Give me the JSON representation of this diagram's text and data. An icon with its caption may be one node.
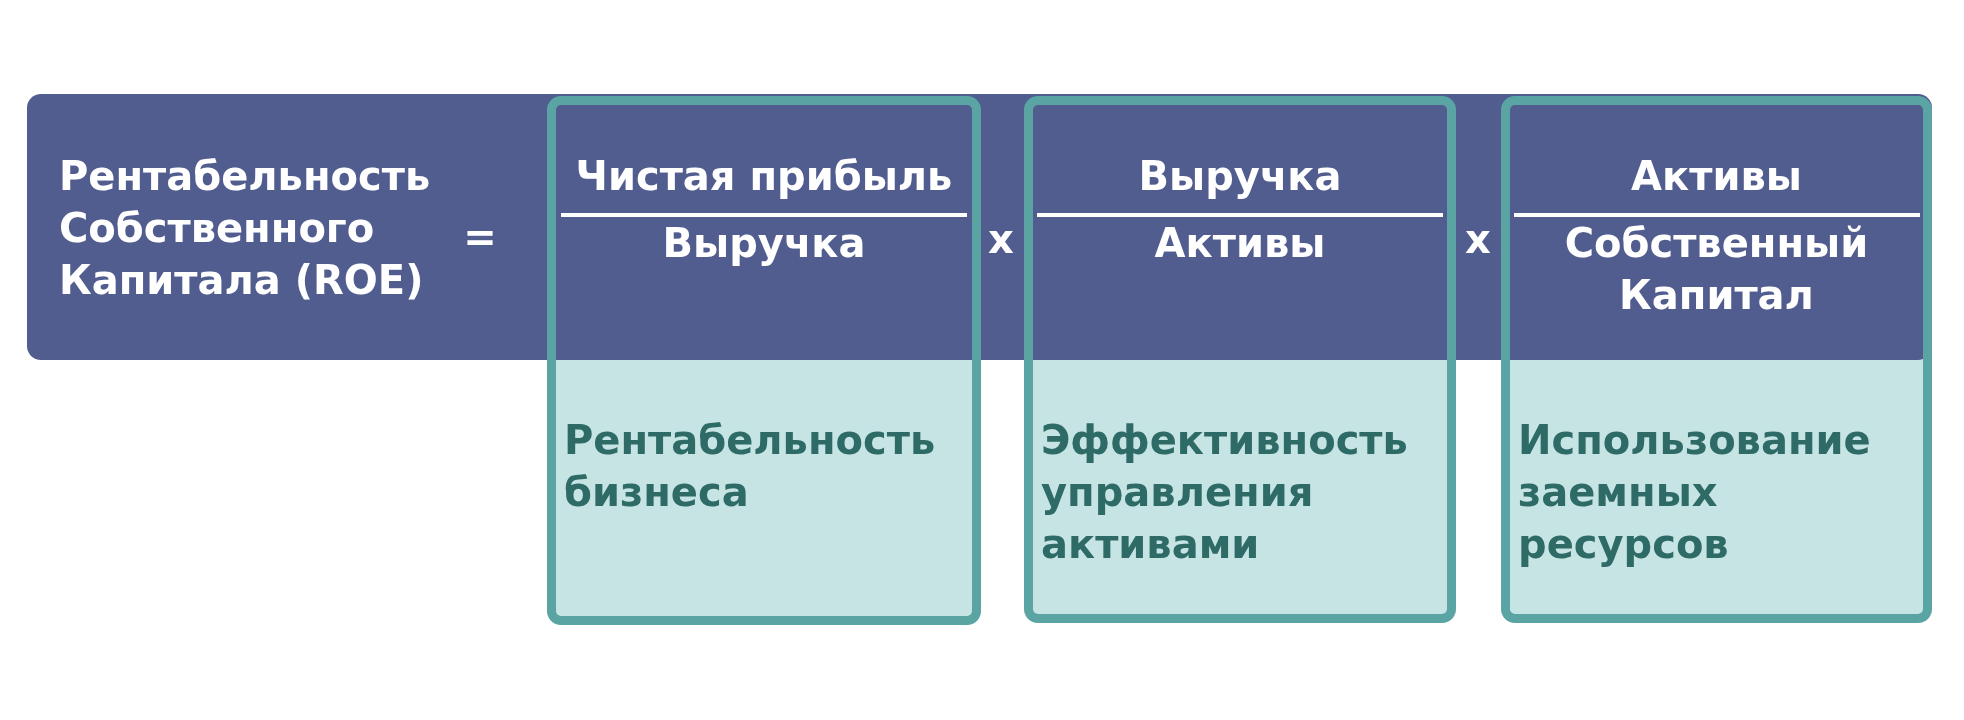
{
  "diagram": {
    "nodes": [
      {
        "text": [
          "Рентабельность Собственного Капитала (ROE)"
        ]
      },
      {
        "text": [
          "Чистая прибыль",
          "Выручка",
          "Рентабельность бизнеса"
        ]
      },
      {
        "text": [
          "Выручка",
          "Активы",
          "Эффективность управления активами"
        ]
      },
      {
        "text": [
          "Активы",
          "Собственный Капитал",
          "Использование заемных ресурсов"
        ]
      }
    ],
    "labels": [
      "=",
      "x",
      "x"
    ]
  }
}
